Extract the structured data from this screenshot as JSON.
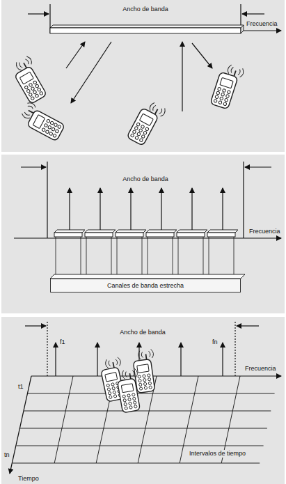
{
  "diagram": {
    "nodes": [
      {
        "text": [
          "Canales de banda estrecha"
        ]
      }
    ],
    "labels": [
      "Ancho de banda",
      "Frecuencia",
      "Ancho de banda",
      "Frecuencia",
      "Ancho de banda",
      "f1",
      "fn",
      "Frecuencia",
      "t1",
      "tn",
      "Intervalos de tiempo",
      "Tiempo"
    ]
  }
}
